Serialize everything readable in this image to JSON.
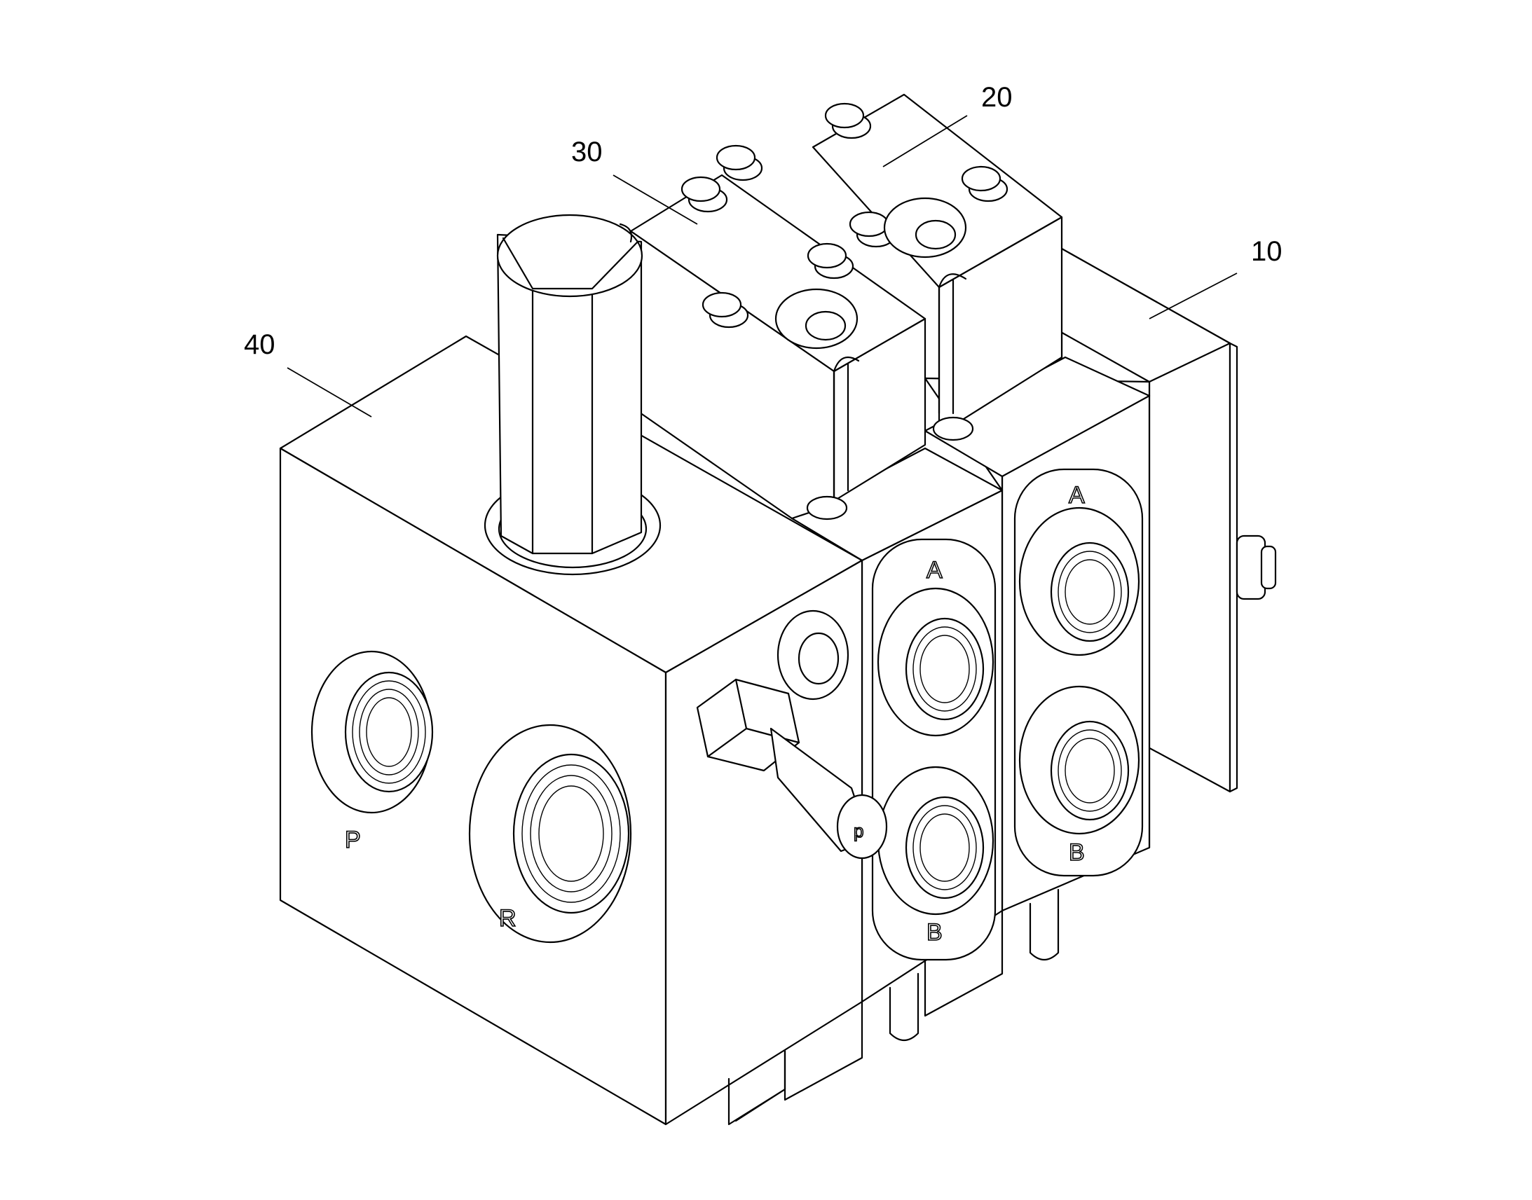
{
  "reference_numerals": {
    "n10": "10",
    "n20": "20",
    "n30": "30",
    "n40": "40"
  },
  "port_labels": {
    "p": "P",
    "r": "R",
    "a1": "A",
    "b1": "B",
    "a2": "A",
    "b2": "B"
  },
  "colors": {
    "line": "#000000",
    "background": "#ffffff"
  }
}
